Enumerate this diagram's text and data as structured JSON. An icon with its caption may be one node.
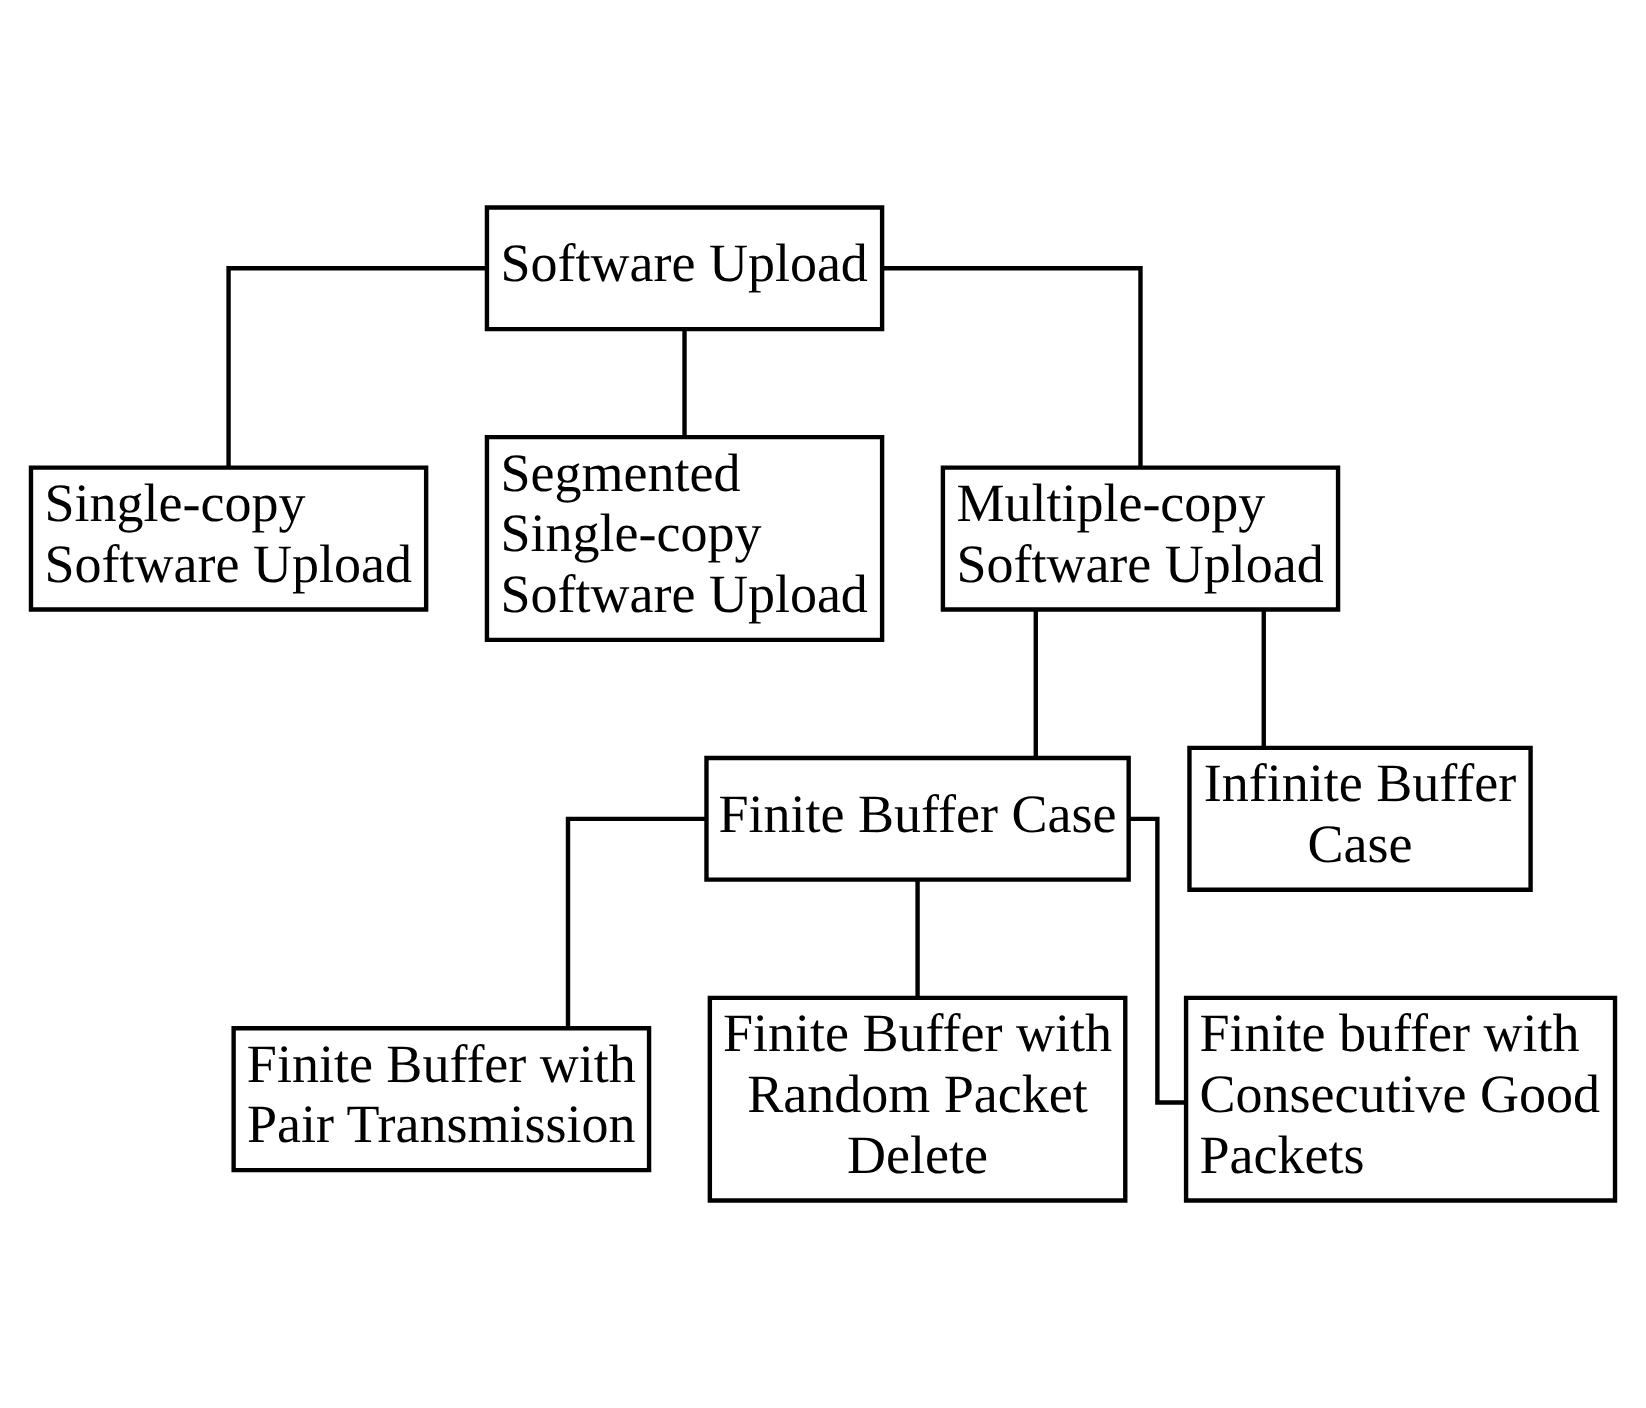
{
  "diagram": {
    "nodes": [
      {
        "text": [
          "Software Upload"
        ]
      },
      {
        "text": [
          "Single-copy Software Upload"
        ]
      },
      {
        "text": [
          "Segmented Single-copy Software Upload"
        ]
      },
      {
        "text": [
          "Multiple-copy Software Upload"
        ]
      },
      {
        "text": [
          "Finite Buffer Case"
        ]
      },
      {
        "text": [
          "Infinite Buffer Case"
        ]
      },
      {
        "text": [
          "Finite Buffer with Pair Transmission"
        ]
      },
      {
        "text": [
          "Finite Buffer with Random Packet Delete"
        ]
      },
      {
        "text": [
          "Finite buffer with Consecutive Good Packets"
        ]
      }
    ],
    "edges": [
      {
        "from": 0,
        "to": 1,
        "arrow": "none"
      },
      {
        "from": 0,
        "to": 2,
        "arrow": "none"
      },
      {
        "from": 0,
        "to": 3,
        "arrow": "none"
      },
      {
        "from": 3,
        "to": 4,
        "arrow": "none"
      },
      {
        "from": 3,
        "to": 5,
        "arrow": "none"
      },
      {
        "from": 4,
        "to": 6,
        "arrow": "none"
      },
      {
        "from": 4,
        "to": 7,
        "arrow": "none"
      },
      {
        "from": 4,
        "to": 8,
        "arrow": "none"
      }
    ]
  }
}
